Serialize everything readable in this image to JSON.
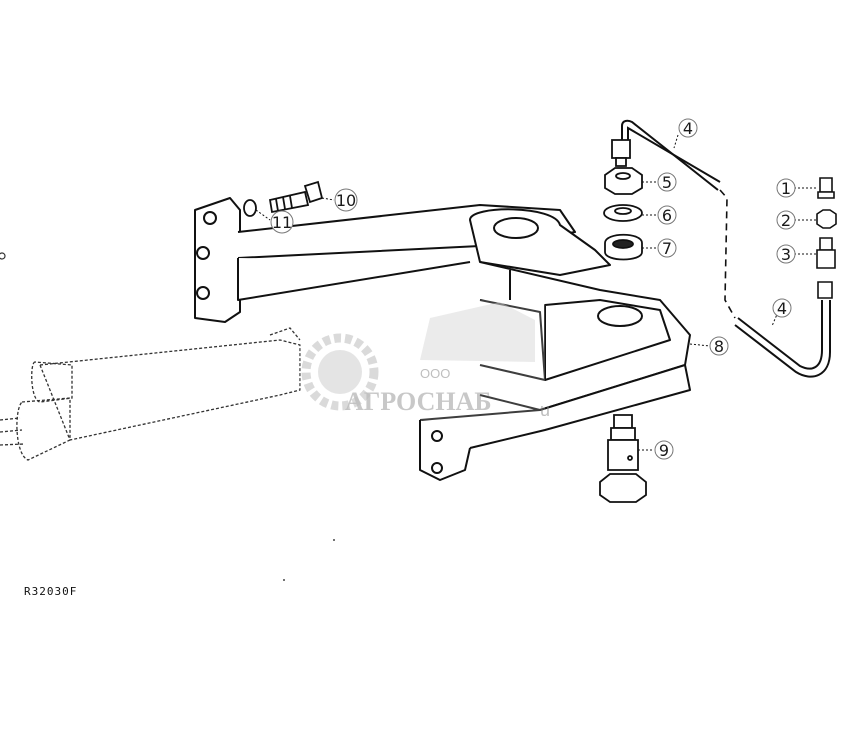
{
  "figure_code": "R32030F",
  "callouts": [
    {
      "num": "1",
      "part": "nipple"
    },
    {
      "num": "2",
      "part": "nut"
    },
    {
      "num": "3",
      "part": "fitting"
    },
    {
      "num": "4",
      "part": "lubrication-line"
    },
    {
      "num": "5",
      "part": "nut"
    },
    {
      "num": "6",
      "part": "washer"
    },
    {
      "num": "7",
      "part": "bushing"
    },
    {
      "num": "8",
      "part": "support-bracket"
    },
    {
      "num": "9",
      "part": "pin"
    },
    {
      "num": "10",
      "part": "bolt"
    },
    {
      "num": "11",
      "part": "washer"
    }
  ],
  "watermark": {
    "prefix": "ООО",
    "name": "АГРОСНАБ",
    "tail": "u"
  }
}
